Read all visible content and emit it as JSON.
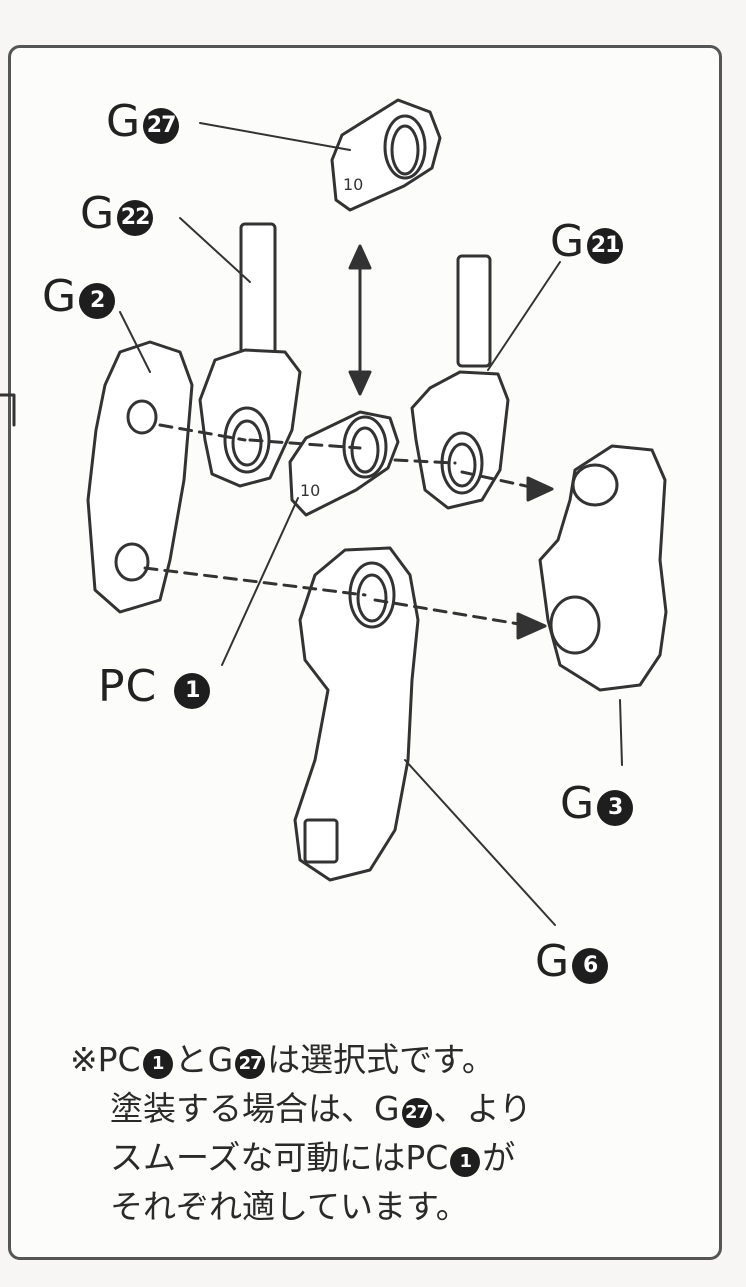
{
  "labels": {
    "g27": {
      "prefix": "G",
      "num": "27"
    },
    "g22": {
      "prefix": "G",
      "num": "22"
    },
    "g2": {
      "prefix": "G",
      "num": "2"
    },
    "g21": {
      "prefix": "G",
      "num": "21"
    },
    "pc1": {
      "prefix": "PC",
      "num": "1"
    },
    "g3": {
      "prefix": "G",
      "num": "3"
    },
    "g6": {
      "prefix": "G",
      "num": "6"
    }
  },
  "part_marks": {
    "washer_top": "10",
    "washer_mid": "10"
  },
  "note": {
    "line1_a": "※PC",
    "line1_num1": "1",
    "line1_b": "とG",
    "line1_num2": "27",
    "line1_c": "は選択式です。",
    "line2_a": "塗装する場合は、G",
    "line2_num": "27",
    "line2_b": "、より",
    "line3_a": "スムーズな可動にはPC",
    "line3_num": "1",
    "line3_b": "が",
    "line4": "それぞれ適しています。"
  }
}
